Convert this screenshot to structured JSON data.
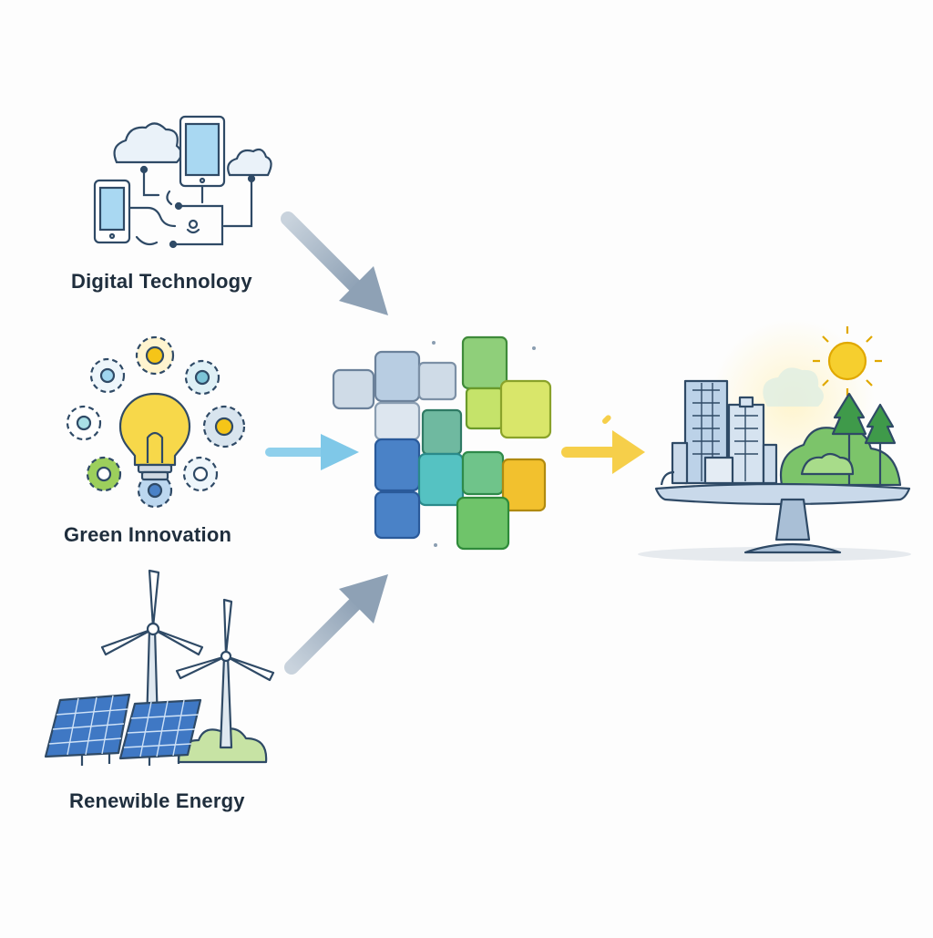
{
  "inputs": [
    {
      "label": "Digital Technology",
      "icon": "digital-devices-network-icon"
    },
    {
      "label": "Green Innovation",
      "icon": "lightbulb-gears-icon"
    },
    {
      "label": "Renewible Energy",
      "icon": "wind-solar-icon"
    }
  ],
  "hub": {
    "icon": "cube-cluster-icon"
  },
  "outcome": {
    "icon": "city-nature-balance-icon"
  },
  "colors": {
    "arrow_gray": "#9fb0c2",
    "arrow_blue": "#7fc8e8",
    "arrow_yellow": "#f6cf4a",
    "line": "#2f4a66",
    "green": "#7cc46a",
    "blue": "#4a82c7",
    "yellow": "#f2c12e"
  }
}
